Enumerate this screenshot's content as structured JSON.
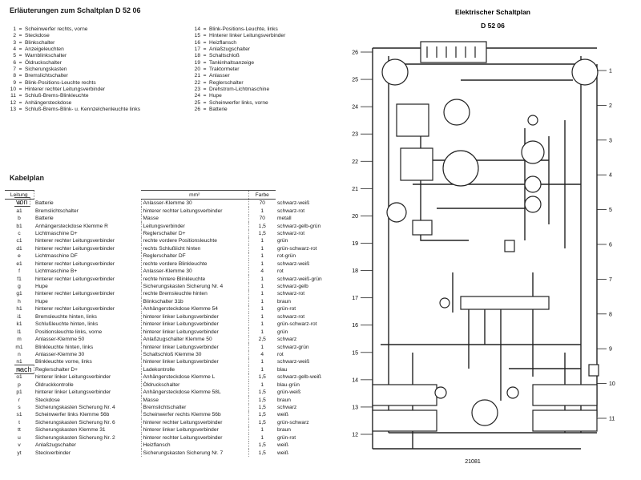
{
  "legend": {
    "title": "Erläuterungen zum Schaltplan D 52 06",
    "items_left": [
      {
        "n": "1",
        "label": "Scheinwerfer rechts, vorne"
      },
      {
        "n": "2",
        "label": "Steckdose"
      },
      {
        "n": "3",
        "label": "Blinkschalter"
      },
      {
        "n": "4",
        "label": "Anzeigeleuchten"
      },
      {
        "n": "5",
        "label": "Warnblinkschalter"
      },
      {
        "n": "6",
        "label": "Öldruckschalter"
      },
      {
        "n": "7",
        "label": "Sicherungskasten"
      },
      {
        "n": "8",
        "label": "Bremslichtschalter"
      },
      {
        "n": "9",
        "label": "Blink-Positions-Leuchte rechts"
      },
      {
        "n": "10",
        "label": "Hinterer rechter Leitungsverbinder"
      },
      {
        "n": "11",
        "label": "Schluß-Brems-Blinkleuchte"
      },
      {
        "n": "12",
        "label": "Anhängersteckdose"
      },
      {
        "n": "13",
        "label": "Schluß-Brems-Blink- u. Kennzelchenleuchte links"
      }
    ],
    "items_right": [
      {
        "n": "14",
        "label": "Blink-Positions-Leuchte, links"
      },
      {
        "n": "15",
        "label": "Hinterer linker Leitungsverbinder"
      },
      {
        "n": "16",
        "label": "Heizflansch"
      },
      {
        "n": "17",
        "label": "Anlaßzugschalter"
      },
      {
        "n": "18",
        "label": "Schaltschloß"
      },
      {
        "n": "19",
        "label": "Tankinhaltsanzeige"
      },
      {
        "n": "20",
        "label": "Traktormeter"
      },
      {
        "n": "21",
        "label": "Anlasser"
      },
      {
        "n": "22",
        "label": "Reglerschalter"
      },
      {
        "n": "23",
        "label": "Drehstrom-Lichtmaschine"
      },
      {
        "n": "24",
        "label": "Hupe"
      },
      {
        "n": "25",
        "label": "Scheinwerfer links, vorne"
      },
      {
        "n": "26",
        "label": "Batterie"
      }
    ]
  },
  "cable_plan": {
    "title": "Kabelplan",
    "headers": {
      "leitung": "Leitung",
      "von": "von",
      "nach": "nach",
      "mm2": "mm²",
      "farbe": "Farbe"
    },
    "rows": [
      [
        "a",
        "Batterie",
        "Anlasser-Klemme 30",
        "70",
        "schwarz-weiß"
      ],
      [
        "a1",
        "Bremslichtschalter",
        "hinterer rechter Leitungsverbinder",
        "1",
        "schwarz-rot"
      ],
      [
        "b",
        "Batterie",
        "Masse",
        "70",
        "metall"
      ],
      [
        "b1",
        "Anhängersteckdose Klemme R",
        "Leitungsverbinder",
        "1,5",
        "schwarz-gelb-grün"
      ],
      [
        "c",
        "Lichtmaschine D+",
        "Reglerschalter D+",
        "1,5",
        "schwarz-rot"
      ],
      [
        "c1",
        "hinterer rechter Leitungsverbinder",
        "rechte vordere Positionsleuchte",
        "1",
        "grün"
      ],
      [
        "d1",
        "hinterer rechter Leitungsverbinder",
        "rechts Schlußlicht hinten",
        "1",
        "grün-schwarz-rot"
      ],
      [
        "e",
        "Lichtmaschine DF",
        "Reglerschalter DF",
        "1",
        "rot-grün"
      ],
      [
        "e1",
        "hinterer rechter Leitungsverbinder",
        "rechte vordere Blinkleuchte",
        "1",
        "schwarz-weiß"
      ],
      [
        "f",
        "Lichtmaschine B+",
        "Anlasser-Klemme 30",
        "4",
        "rot"
      ],
      [
        "f1",
        "hinterer rechter Leitungsverbinder",
        "rechte hintere Blinkleuchte",
        "1",
        "schwarz-weiß-grün"
      ],
      [
        "g",
        "Hupe",
        "Sicherungskasten Sicherung Nr. 4",
        "1",
        "schwarz-gelb"
      ],
      [
        "g1",
        "hinterer rechter Leitungsverbinder",
        "rechte Bremsleuchte hinten",
        "1",
        "schwarz-rot"
      ],
      [
        "h",
        "Hupe",
        "Blinkschalter 31b",
        "1",
        "braun"
      ],
      [
        "h1",
        "hinterer rechter Leitungsverbinder",
        "Anhängersteckdose Klemme 54",
        "1",
        "grün-rot"
      ],
      [
        "i1",
        "Bremsleuchte hinten, links",
        "hinterer linker Leitungsverbinder",
        "1",
        "schwarz-rot"
      ],
      [
        "k1",
        "Schlußleuchte hinten, links",
        "hinterer linker Leitungsverbinder",
        "1",
        "grün-schwarz-rot"
      ],
      [
        "l1",
        "Positionsleuchte links, vorne",
        "hinterer linker Leitungsverbinder",
        "1",
        "grün"
      ],
      [
        "m",
        "Anlasser-Klemme 50",
        "Anlaßzugschalter Klemme 50",
        "2,5",
        "schwarz"
      ],
      [
        "m1",
        "Blinkleuchte hinten, links",
        "hinterer linker Leitungsverbinder",
        "1",
        "schwarz-grün"
      ],
      [
        "n",
        "Anlasser-Klemme 30",
        "Schaltschloß Klemme 30",
        "4",
        "rot"
      ],
      [
        "n1",
        "Blinkleuchte vorne, links",
        "hinterer linker Leitungsverbinder",
        "1",
        "schwarz-weiß"
      ],
      [
        "o",
        "Reglerschalter D+",
        "Ladekontrolle",
        "1",
        "blau"
      ],
      [
        "o1",
        "hinterer linker Leitungsverbinder",
        "Anhängersteckdose Klemme L",
        "1,5",
        "schwarz-gelb-weiß"
      ],
      [
        "p",
        "Öldruckkontrolle",
        "Öldruckschalter",
        "1",
        "blau-grün"
      ],
      [
        "p1",
        "hinterer linker Leitungsverbinder",
        "Anhängersteckdose Klemme 58L",
        "1,5",
        "grün-weiß"
      ],
      [
        "r",
        "Steckdose",
        "Masse",
        "1,5",
        "braun"
      ],
      [
        "s",
        "Sicherungskasten Sicherung Nr. 4",
        "Bremslichtschalter",
        "1,5",
        "schwarz"
      ],
      [
        "s1",
        "Scheinwerfer links Klemme 56b",
        "Scheinwerfer rechts Klemme 56b",
        "1,5",
        "weiß"
      ],
      [
        "t",
        "Sicherungskasten Sicherung Nr. 6",
        "hinterer rechter Leitungsverbinder",
        "1,5",
        "grün-schwarz"
      ],
      [
        "tt",
        "Sicherungskasten Klemme 31",
        "hinterer linker Leitungsverbinder",
        "1",
        "braun"
      ],
      [
        "u",
        "Sicherungskasten Sicherung Nr. 2",
        "hinterer rechter Leitungsverbinder",
        "1",
        "grün-rot"
      ],
      [
        "v",
        "Anlaßzugschalter",
        "Heizflansch",
        "1,5",
        "weiß"
      ],
      [
        "yt",
        "Steckverbinder",
        "Sicherungskasten Sicherung Nr. 7",
        "1,5",
        "weiß"
      ]
    ]
  },
  "diagram": {
    "title_line1": "Elektrischer Schaltplan",
    "title_line2": "D 52 06",
    "number_label": "21081",
    "callouts_left": [
      "26",
      "25",
      "24",
      "23",
      "22",
      "21",
      "20",
      "19",
      "18",
      "17",
      "16",
      "15",
      "14",
      "13",
      "12"
    ],
    "callouts_right": [
      "1",
      "2",
      "3",
      "4",
      "5",
      "6",
      "7",
      "8",
      "9",
      "10",
      "11"
    ]
  }
}
